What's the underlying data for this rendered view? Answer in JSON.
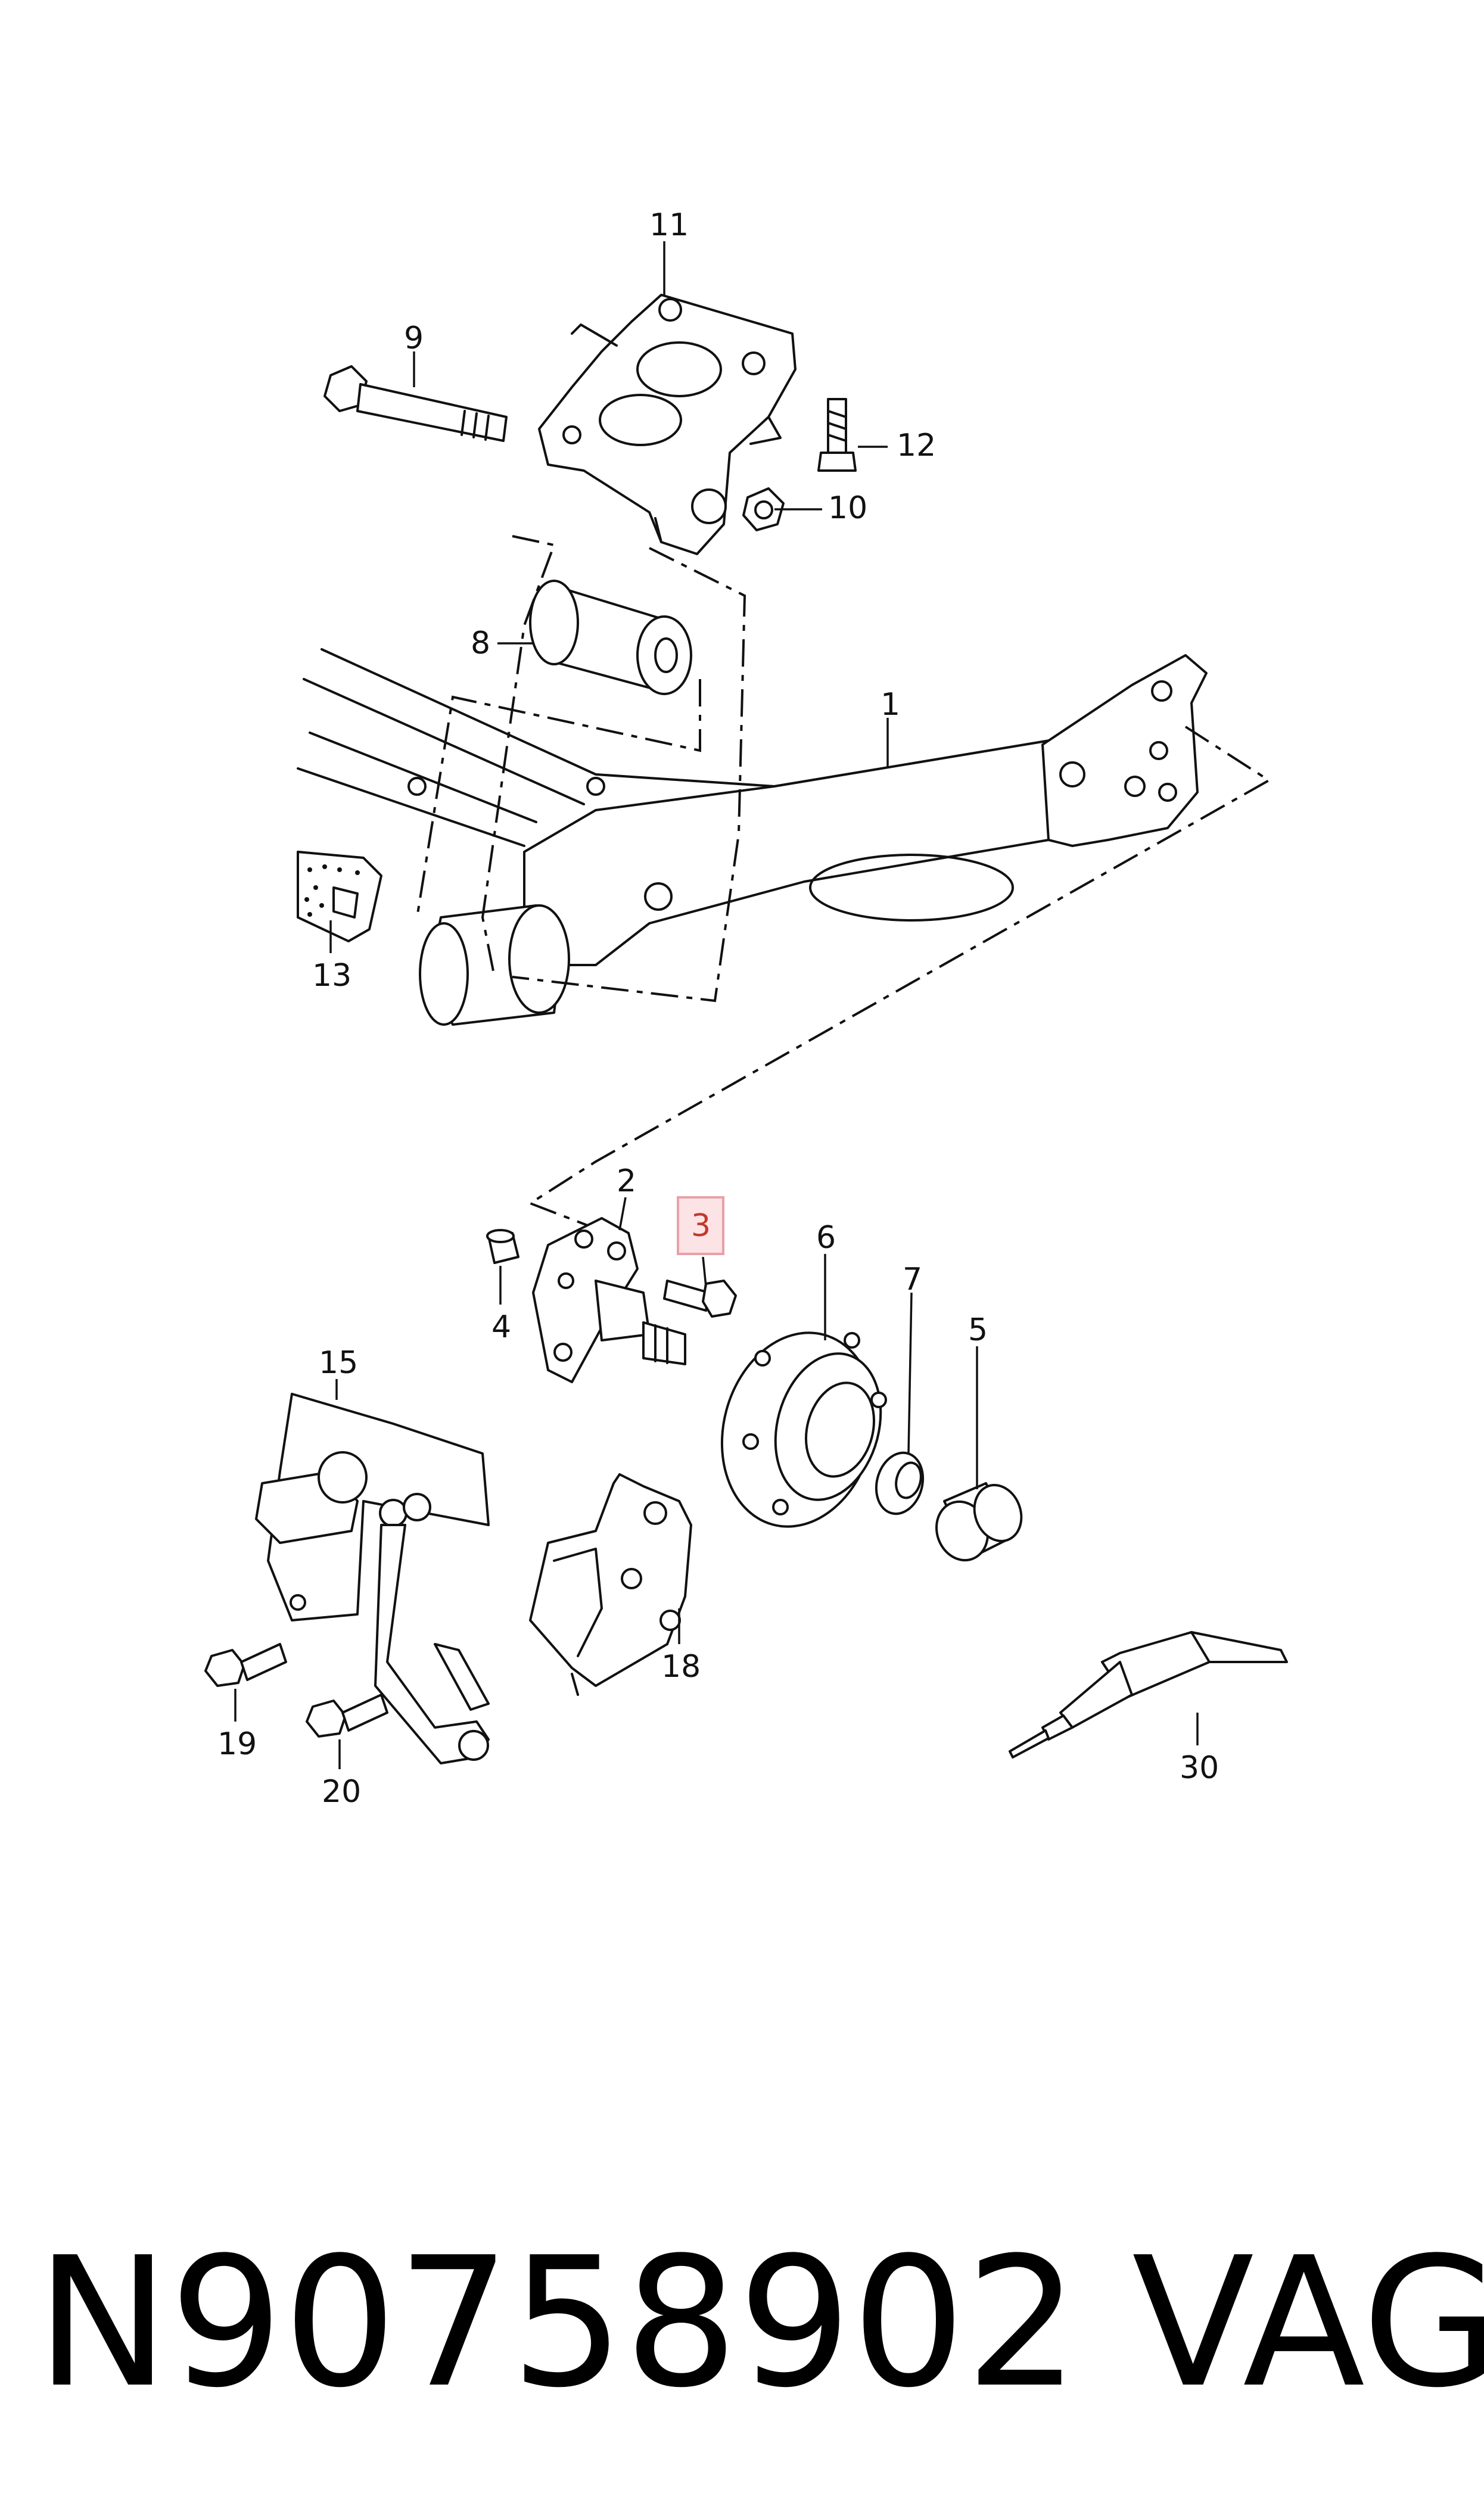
{
  "diagram": {
    "callouts": [
      {
        "id": "c1",
        "label": "1",
        "highlighted": false
      },
      {
        "id": "c2",
        "label": "2",
        "highlighted": false
      },
      {
        "id": "c3",
        "label": "3",
        "highlighted": true
      },
      {
        "id": "c4",
        "label": "4",
        "highlighted": false
      },
      {
        "id": "c5",
        "label": "5",
        "highlighted": false
      },
      {
        "id": "c6",
        "label": "6",
        "highlighted": false
      },
      {
        "id": "c7",
        "label": "7",
        "highlighted": false
      },
      {
        "id": "c8",
        "label": "8",
        "highlighted": false
      },
      {
        "id": "c9",
        "label": "9",
        "highlighted": false
      },
      {
        "id": "c10",
        "label": "10",
        "highlighted": false
      },
      {
        "id": "c11",
        "label": "11",
        "highlighted": false
      },
      {
        "id": "c12",
        "label": "12",
        "highlighted": false
      },
      {
        "id": "c13",
        "label": "13",
        "highlighted": false
      },
      {
        "id": "c15",
        "label": "15",
        "highlighted": false
      },
      {
        "id": "c18",
        "label": "18",
        "highlighted": false
      },
      {
        "id": "c19",
        "label": "19",
        "highlighted": false
      },
      {
        "id": "c20",
        "label": "20",
        "highlighted": false
      },
      {
        "id": "c30",
        "label": "30",
        "highlighted": false
      }
    ],
    "highlight_color": "#e8a0a8"
  },
  "footer": {
    "part_number": "N90758902",
    "brand": "VAG"
  }
}
